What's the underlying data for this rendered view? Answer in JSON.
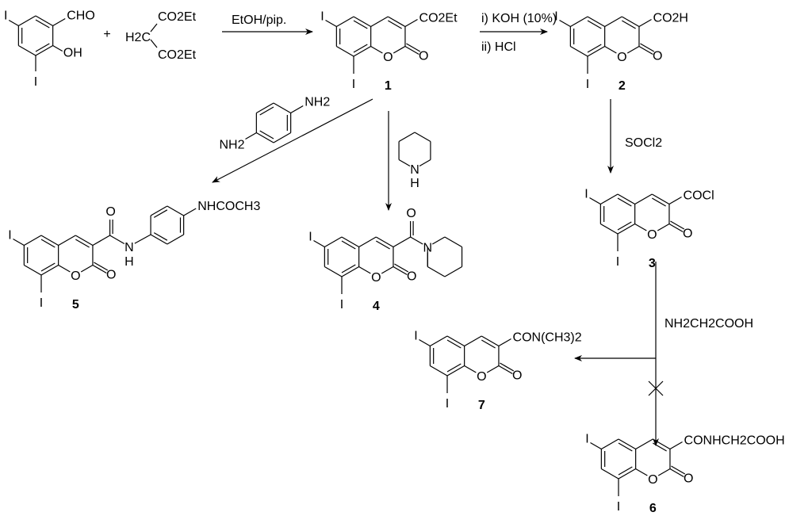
{
  "atoms": {
    "iodine": "I",
    "oxygen": "O",
    "nitrogen": "N",
    "hydrogen": "H"
  },
  "reactants": {
    "aldehyde": {
      "cho": "CHO",
      "oh": "OH"
    },
    "plus": "+",
    "malonate": {
      "h2c": "H2C",
      "ester_top": "CO2Et",
      "ester_bottom": "CO2Et"
    }
  },
  "conditions": {
    "step1": "EtOH/pip.",
    "step2a": "i) KOH (10%)",
    "step2b": "ii) HCl",
    "step3": "SOCl2",
    "step4": "NH2CH2COOH"
  },
  "reagents": {
    "diamine": {
      "nh2_top": "NH2",
      "nh2_bottom": "NH2"
    }
  },
  "compounds": [
    {
      "label": "1",
      "substituent": "CO2Et"
    },
    {
      "label": "2",
      "substituent": "CO2H"
    },
    {
      "label": "3",
      "substituent": "COCl"
    },
    {
      "label": "4",
      "substituent": ""
    },
    {
      "label": "5",
      "substituent": "",
      "para_group": "NHCOCH3"
    },
    {
      "label": "6",
      "substituent": "CONHCH2COOH"
    },
    {
      "label": "7",
      "substituent": "CON(CH3)2"
    }
  ]
}
